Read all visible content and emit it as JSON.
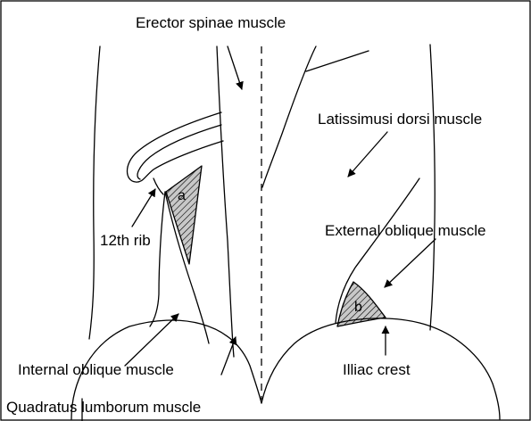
{
  "labels": {
    "erector_spinae": "Erector spinae muscle",
    "latissimus_dorsi": "Latissimusi dorsi muscle",
    "external_oblique": "External oblique muscle",
    "twelfth_rib": "12th rib",
    "internal_oblique": "Internal oblique muscle",
    "illiac_crest": "Illiac crest",
    "quadratus_lumborum": "Quadratus lumborum muscle"
  },
  "regions": {
    "a": "a",
    "b": "b"
  },
  "colors": {
    "ink": "#000000",
    "background": "#ffffff",
    "hatch_fill": "#9a9a9a"
  }
}
